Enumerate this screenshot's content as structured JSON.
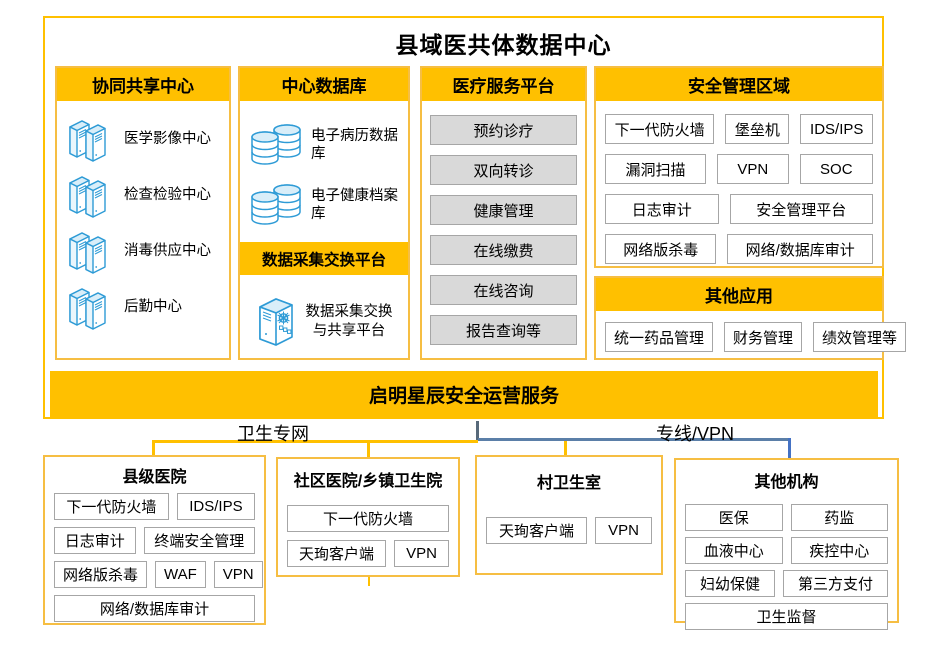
{
  "title": "县域医共体数据中心",
  "colors": {
    "accent_orange": "#FFC000",
    "panel_border": "#F6BE43",
    "button_fill": "#D9D9D9",
    "cell_border": "#A6A6A6",
    "icon_blue": "#2E9BD6",
    "line_yellow": "#FFC000",
    "line_blue": "#4472C4",
    "line_dark": "#57697A"
  },
  "panels": {
    "collaboration": {
      "header": "协同共享中心",
      "icon": "server-icon",
      "items": [
        "医学影像中心",
        "检查检验中心",
        "消毒供应中心",
        "后勤中心"
      ]
    },
    "database": {
      "header": "中心数据库",
      "icon": "database-icon",
      "items": [
        "电子病历数据库",
        "电子健康档案库"
      ],
      "subheader": "数据采集交换平台",
      "platform_icon": "gear-server-icon",
      "platform_label": "数据采集交换\n与共享平台"
    },
    "services": {
      "header": "医疗服务平台",
      "items": [
        "预约诊疗",
        "双向转诊",
        "健康管理",
        "在线缴费",
        "在线咨询",
        "报告查询等"
      ]
    },
    "security": {
      "header": "安全管理区域",
      "rows": [
        [
          "下一代防火墙",
          "堡垒机",
          "IDS/IPS"
        ],
        [
          "漏洞扫描",
          "VPN",
          "SOC"
        ],
        [
          "日志审计",
          "安全管理平台"
        ],
        [
          "网络版杀毒",
          "网络/数据库审计"
        ]
      ]
    },
    "other_apps": {
      "header": "其他应用",
      "rows": [
        [
          "统一药品管理",
          "财务管理",
          "绩效管理等"
        ]
      ]
    }
  },
  "service_bar": "启明星辰安全运营服务",
  "links": {
    "left_label": "卫生专网",
    "right_label": "专线/VPN"
  },
  "bottom_boxes": [
    {
      "title": "县级医院",
      "rows": [
        [
          "下一代防火墙",
          "IDS/IPS"
        ],
        [
          "日志审计",
          "终端安全管理"
        ],
        [
          "网络版杀毒",
          "WAF",
          "VPN"
        ],
        [
          "网络/数据库审计"
        ]
      ]
    },
    {
      "title": "社区医院/乡镇卫生院",
      "rows": [
        [
          "下一代防火墙"
        ],
        [
          "天珣客户端",
          "VPN"
        ]
      ]
    },
    {
      "title": "村卫生室",
      "rows": [
        [
          "天珣客户端",
          "VPN"
        ]
      ]
    },
    {
      "title": "其他机构",
      "rows": [
        [
          "医保",
          "药监"
        ],
        [
          "血液中心",
          "疾控中心"
        ],
        [
          "妇幼保健",
          "第三方支付"
        ],
        [
          "卫生监督"
        ]
      ]
    }
  ]
}
